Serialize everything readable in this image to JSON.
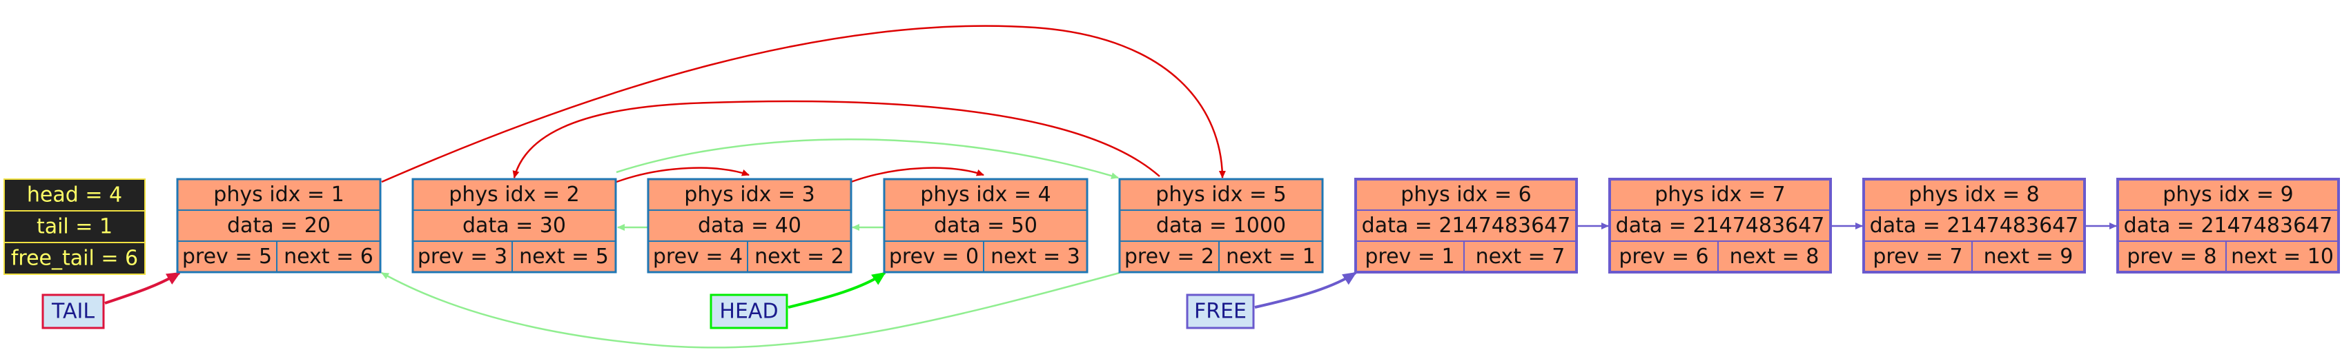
{
  "registers": [
    {
      "text": "head = 4"
    },
    {
      "text": "tail = 1"
    },
    {
      "text": "free_tail = 6"
    }
  ],
  "nodes": [
    {
      "idx": "phys idx = 1",
      "data": "data = 20",
      "prev": "prev = 5",
      "next": "next = 6",
      "group": "used"
    },
    {
      "idx": "phys idx = 2",
      "data": "data = 30",
      "prev": "prev = 3",
      "next": "next = 5",
      "group": "used"
    },
    {
      "idx": "phys idx = 3",
      "data": "data = 40",
      "prev": "prev = 4",
      "next": "next = 2",
      "group": "used"
    },
    {
      "idx": "phys idx = 4",
      "data": "data = 50",
      "prev": "prev = 0",
      "next": "next = 3",
      "group": "used"
    },
    {
      "idx": "phys idx = 5",
      "data": "data = 1000",
      "prev": "prev = 2",
      "next": "next = 1",
      "group": "used"
    },
    {
      "idx": "phys idx = 6",
      "data": "data = 2147483647",
      "prev": "prev = 1",
      "next": "next = 7",
      "group": "free"
    },
    {
      "idx": "phys idx = 7",
      "data": "data = 2147483647",
      "prev": "prev = 6",
      "next": "next = 8",
      "group": "free"
    },
    {
      "idx": "phys idx = 8",
      "data": "data = 2147483647",
      "prev": "prev = 7",
      "next": "next = 9",
      "group": "free"
    },
    {
      "idx": "phys idx = 9",
      "data": "data = 2147483647",
      "prev": "prev = 8",
      "next": "next = 10",
      "group": "free"
    }
  ],
  "pointers": [
    {
      "label": "TAIL",
      "target": 1,
      "color": "#dc143c",
      "fill": "#cfe4f5"
    },
    {
      "label": "HEAD",
      "target": 4,
      "color": "#00ee00",
      "fill": "#cfe4f5"
    },
    {
      "label": "FREE",
      "target": 6,
      "color": "#6a5acd",
      "fill": "#cfe4f5"
    }
  ],
  "colors": {
    "node_fill": "#ffa07a",
    "used_border": "#1f77b4",
    "free_border": "#6a5acd",
    "next_edge": "#dd0000",
    "prev_edge": "#90ee90",
    "free_edge": "#6a5acd",
    "register_fill": "#222222",
    "register_text": "#ffff66"
  }
}
